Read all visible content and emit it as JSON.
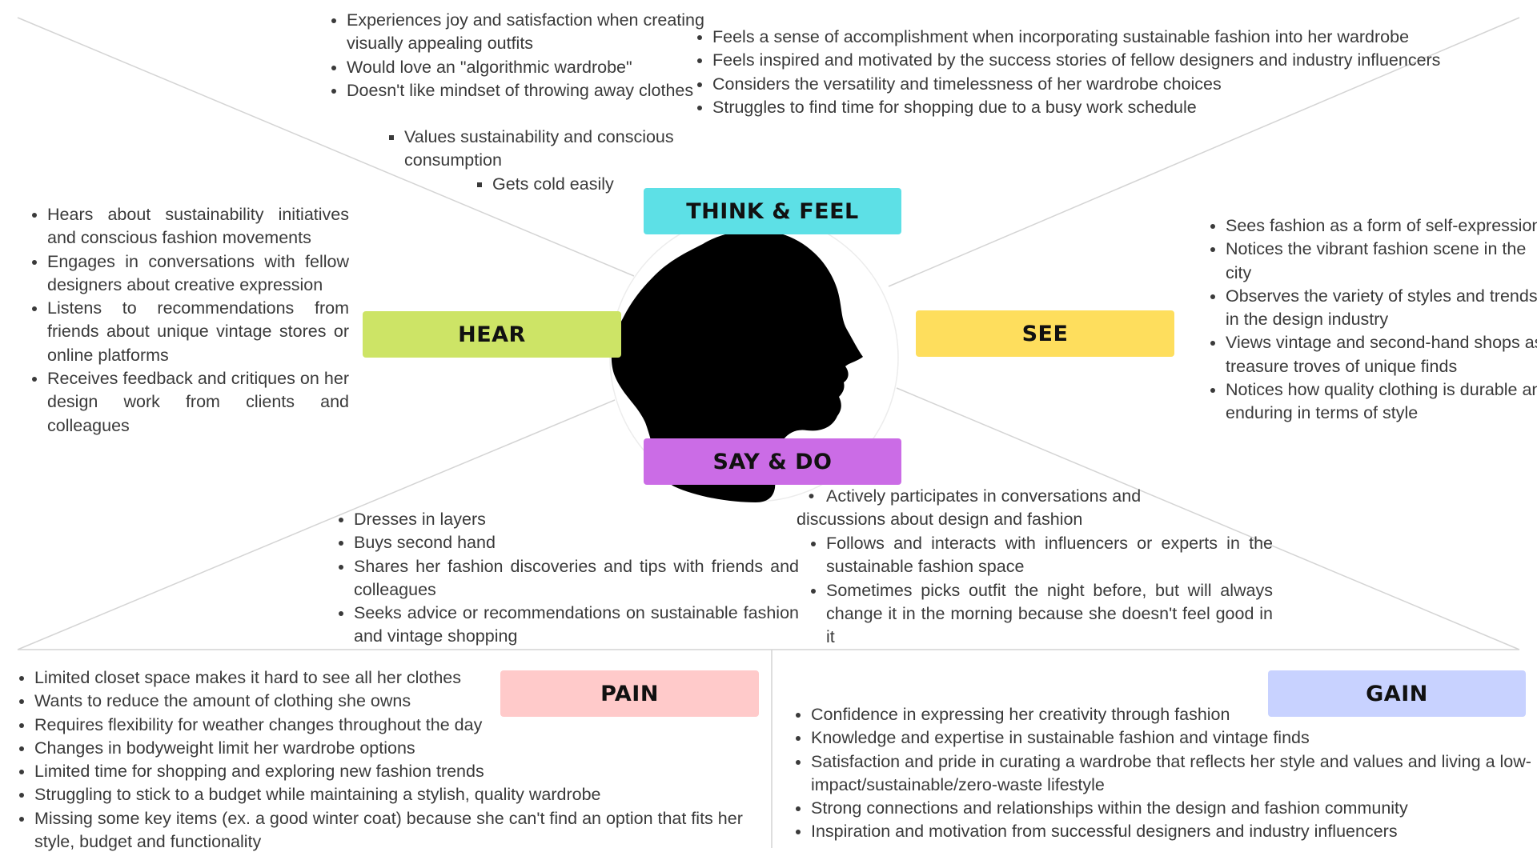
{
  "colors": {
    "think_feel": "#5de0e6",
    "hear": "#cde466",
    "see": "#fede5d",
    "say_do": "#cb6ce6",
    "pain": "#ffcaca",
    "gain": "#c8d2ff",
    "divider": "#d4d4d4",
    "silhouette": "#000000"
  },
  "labels": {
    "think_feel": "THINK & FEEL",
    "hear": "HEAR",
    "see": "SEE",
    "say_do": "SAY & DO",
    "pain": "PAIN",
    "gain": "GAIN"
  },
  "think_feel": {
    "left": [
      "Experiences joy and satisfaction when creating visually appealing outfits",
      "Would love an \"algorithmic wardrobe\"",
      "Doesn't like mindset of throwing away clothes"
    ],
    "left_sub": "Values sustainability and conscious consumption",
    "left_subsub": "Gets cold easily",
    "right": [
      "Feels a sense of accomplishment when incorporating sustainable fashion into her wardrobe",
      "Feels inspired and motivated by the success stories of fellow designers and industry influencers",
      "Considers the versatility and timelessness of her wardrobe choices",
      "Struggles to find time for shopping due to a busy work schedule"
    ]
  },
  "hear": [
    "Hears about sustainability initiatives and conscious fashion movements",
    "Engages in conversations with fellow designers about creative expression",
    "Listens to recommendations from friends about unique vintage stores or online platforms",
    "Receives feedback and critiques on her design work from clients and colleagues"
  ],
  "see": [
    "Sees fashion as a form of self-expression",
    "Notices the vibrant fashion scene in the city",
    "Observes the variety of styles and trends in the design industry",
    "Views vintage and second-hand shops as treasure troves of unique finds",
    "Notices how quality clothing is durable and enduring in terms of style"
  ],
  "say_do": {
    "left": [
      "Dresses in layers",
      "Buys second hand",
      "Shares her fashion discoveries and tips with friends and colleagues",
      "Seeks advice or recommendations on sustainable fashion and vintage shopping"
    ],
    "right_first": "Actively participates in conversations and discussions about design and fashion",
    "right": [
      "Follows and interacts with influencers or experts in the sustainable fashion space",
      "Sometimes picks outfit the night before, but will always change it in the morning because she doesn't feel good in it"
    ]
  },
  "pain": [
    "Limited closet space makes it hard to see all her clothes",
    "Wants to reduce the amount of clothing she owns",
    "Requires flexibility for weather changes throughout the day",
    "Changes in bodyweight limit her wardrobe options",
    "Limited time for shopping and exploring new fashion trends",
    "Struggling to stick to a budget while maintaining a stylish, quality wardrobe",
    "Missing some key items (ex. a good winter coat) because she can't find an option that fits her style, budget and functionality"
  ],
  "gain": [
    "Confidence in expressing her creativity through fashion",
    "Knowledge and expertise in sustainable fashion and vintage finds",
    "Satisfaction and pride in curating a wardrobe that reflects her style and values and living a low-impact/sustainable/zero-waste lifestyle",
    "Strong connections and relationships within the design and fashion community",
    "Inspiration and motivation from successful designers and industry influencers"
  ],
  "icons": {
    "persona": "woman-silhouette-icon"
  }
}
